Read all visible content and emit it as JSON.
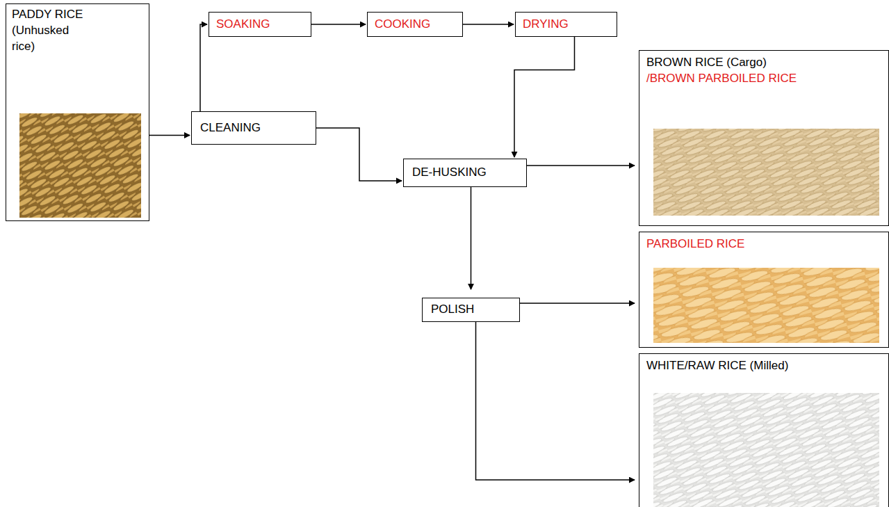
{
  "diagram": {
    "nodes": [
      {
        "text": [
          "PADDY RICE (Unhusked rice)"
        ]
      },
      {
        "text": [
          "SOAKING"
        ]
      },
      {
        "text": [
          "COOKING"
        ]
      },
      {
        "text": [
          "DRYING"
        ]
      },
      {
        "text": [
          "CLEANING"
        ]
      },
      {
        "text": [
          "DE-HUSKING"
        ]
      },
      {
        "text": [
          "BROWN RICE (Cargo)",
          "/BROWN PARBOILED RICE"
        ]
      },
      {
        "text": [
          "POLISH"
        ]
      },
      {
        "text": [
          "PARBOILED RICE"
        ]
      },
      {
        "text": [
          "WHITE/RAW RICE (Milled)"
        ]
      }
    ],
    "edges": [
      {
        "from": 0,
        "to": 4,
        "arrow": "to"
      },
      {
        "from": 4,
        "to": 1,
        "arrow": "to"
      },
      {
        "from": 1,
        "to": 2,
        "arrow": "to"
      },
      {
        "from": 2,
        "to": 3,
        "arrow": "to"
      },
      {
        "from": 3,
        "to": 5,
        "arrow": "to"
      },
      {
        "from": 4,
        "to": 5,
        "arrow": "to"
      },
      {
        "from": 5,
        "to": 6,
        "arrow": "to"
      },
      {
        "from": 5,
        "to": 7,
        "arrow": "to"
      },
      {
        "from": 7,
        "to": 8,
        "arrow": "to"
      },
      {
        "from": 7,
        "to": 9,
        "arrow": "to"
      }
    ]
  }
}
